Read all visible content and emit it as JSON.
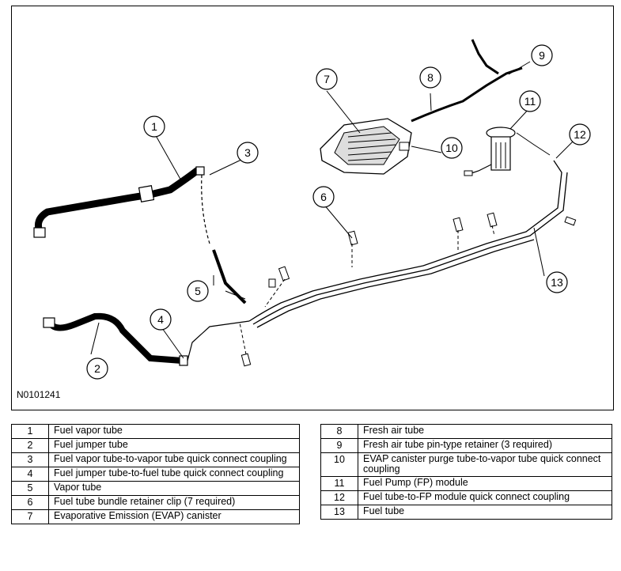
{
  "figure_id": "N0101241",
  "callouts": [
    "1",
    "2",
    "3",
    "4",
    "5",
    "6",
    "7",
    "8",
    "9",
    "10",
    "11",
    "12",
    "13"
  ],
  "legend_left": [
    {
      "num": "1",
      "desc": "Fuel vapor tube"
    },
    {
      "num": "2",
      "desc": "Fuel jumper tube"
    },
    {
      "num": "3",
      "desc": "Fuel vapor tube-to-vapor tube quick connect coupling"
    },
    {
      "num": "4",
      "desc": "Fuel jumper tube-to-fuel tube quick connect coupling"
    },
    {
      "num": "5",
      "desc": "Vapor tube"
    },
    {
      "num": "6",
      "desc": "Fuel tube bundle retainer clip (7 required)"
    },
    {
      "num": "7",
      "desc": "Evaporative Emission (EVAP) canister"
    }
  ],
  "legend_right": [
    {
      "num": "8",
      "desc": "Fresh air tube"
    },
    {
      "num": "9",
      "desc": "Fresh air tube pin-type retainer (3 required)"
    },
    {
      "num": "10",
      "desc": "EVAP canister purge tube-to-vapor tube quick connect coupling"
    },
    {
      "num": "11",
      "desc": "Fuel Pump (FP) module"
    },
    {
      "num": "12",
      "desc": "Fuel tube-to-FP module quick connect coupling"
    },
    {
      "num": "13",
      "desc": "Fuel tube"
    }
  ]
}
